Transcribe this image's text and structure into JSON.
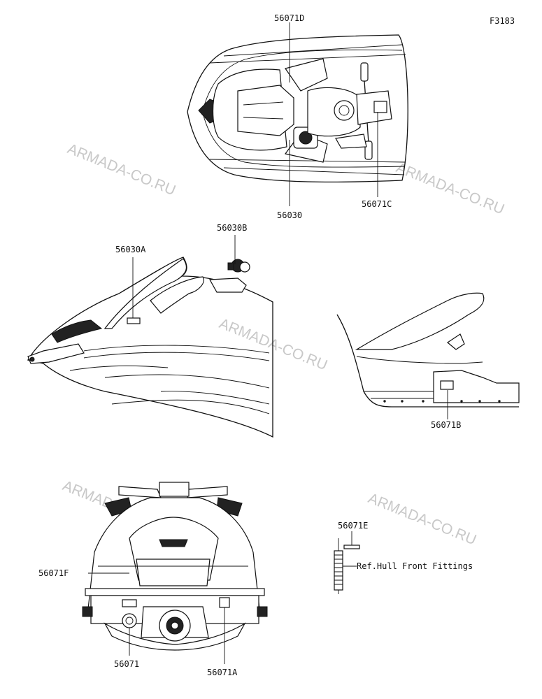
{
  "figure_code": "F3183",
  "watermark": "ARMADA-CO.RU",
  "labels": {
    "top_d": "56071D",
    "top_center": "56030",
    "top_c": "56071C",
    "side_a": "56030A",
    "side_b": "56030B",
    "rear_b": "56071B",
    "e": "56071E",
    "ref": "Ref.Hull Front Fittings",
    "f": "56071F",
    "base": "56071",
    "a": "56071A"
  }
}
